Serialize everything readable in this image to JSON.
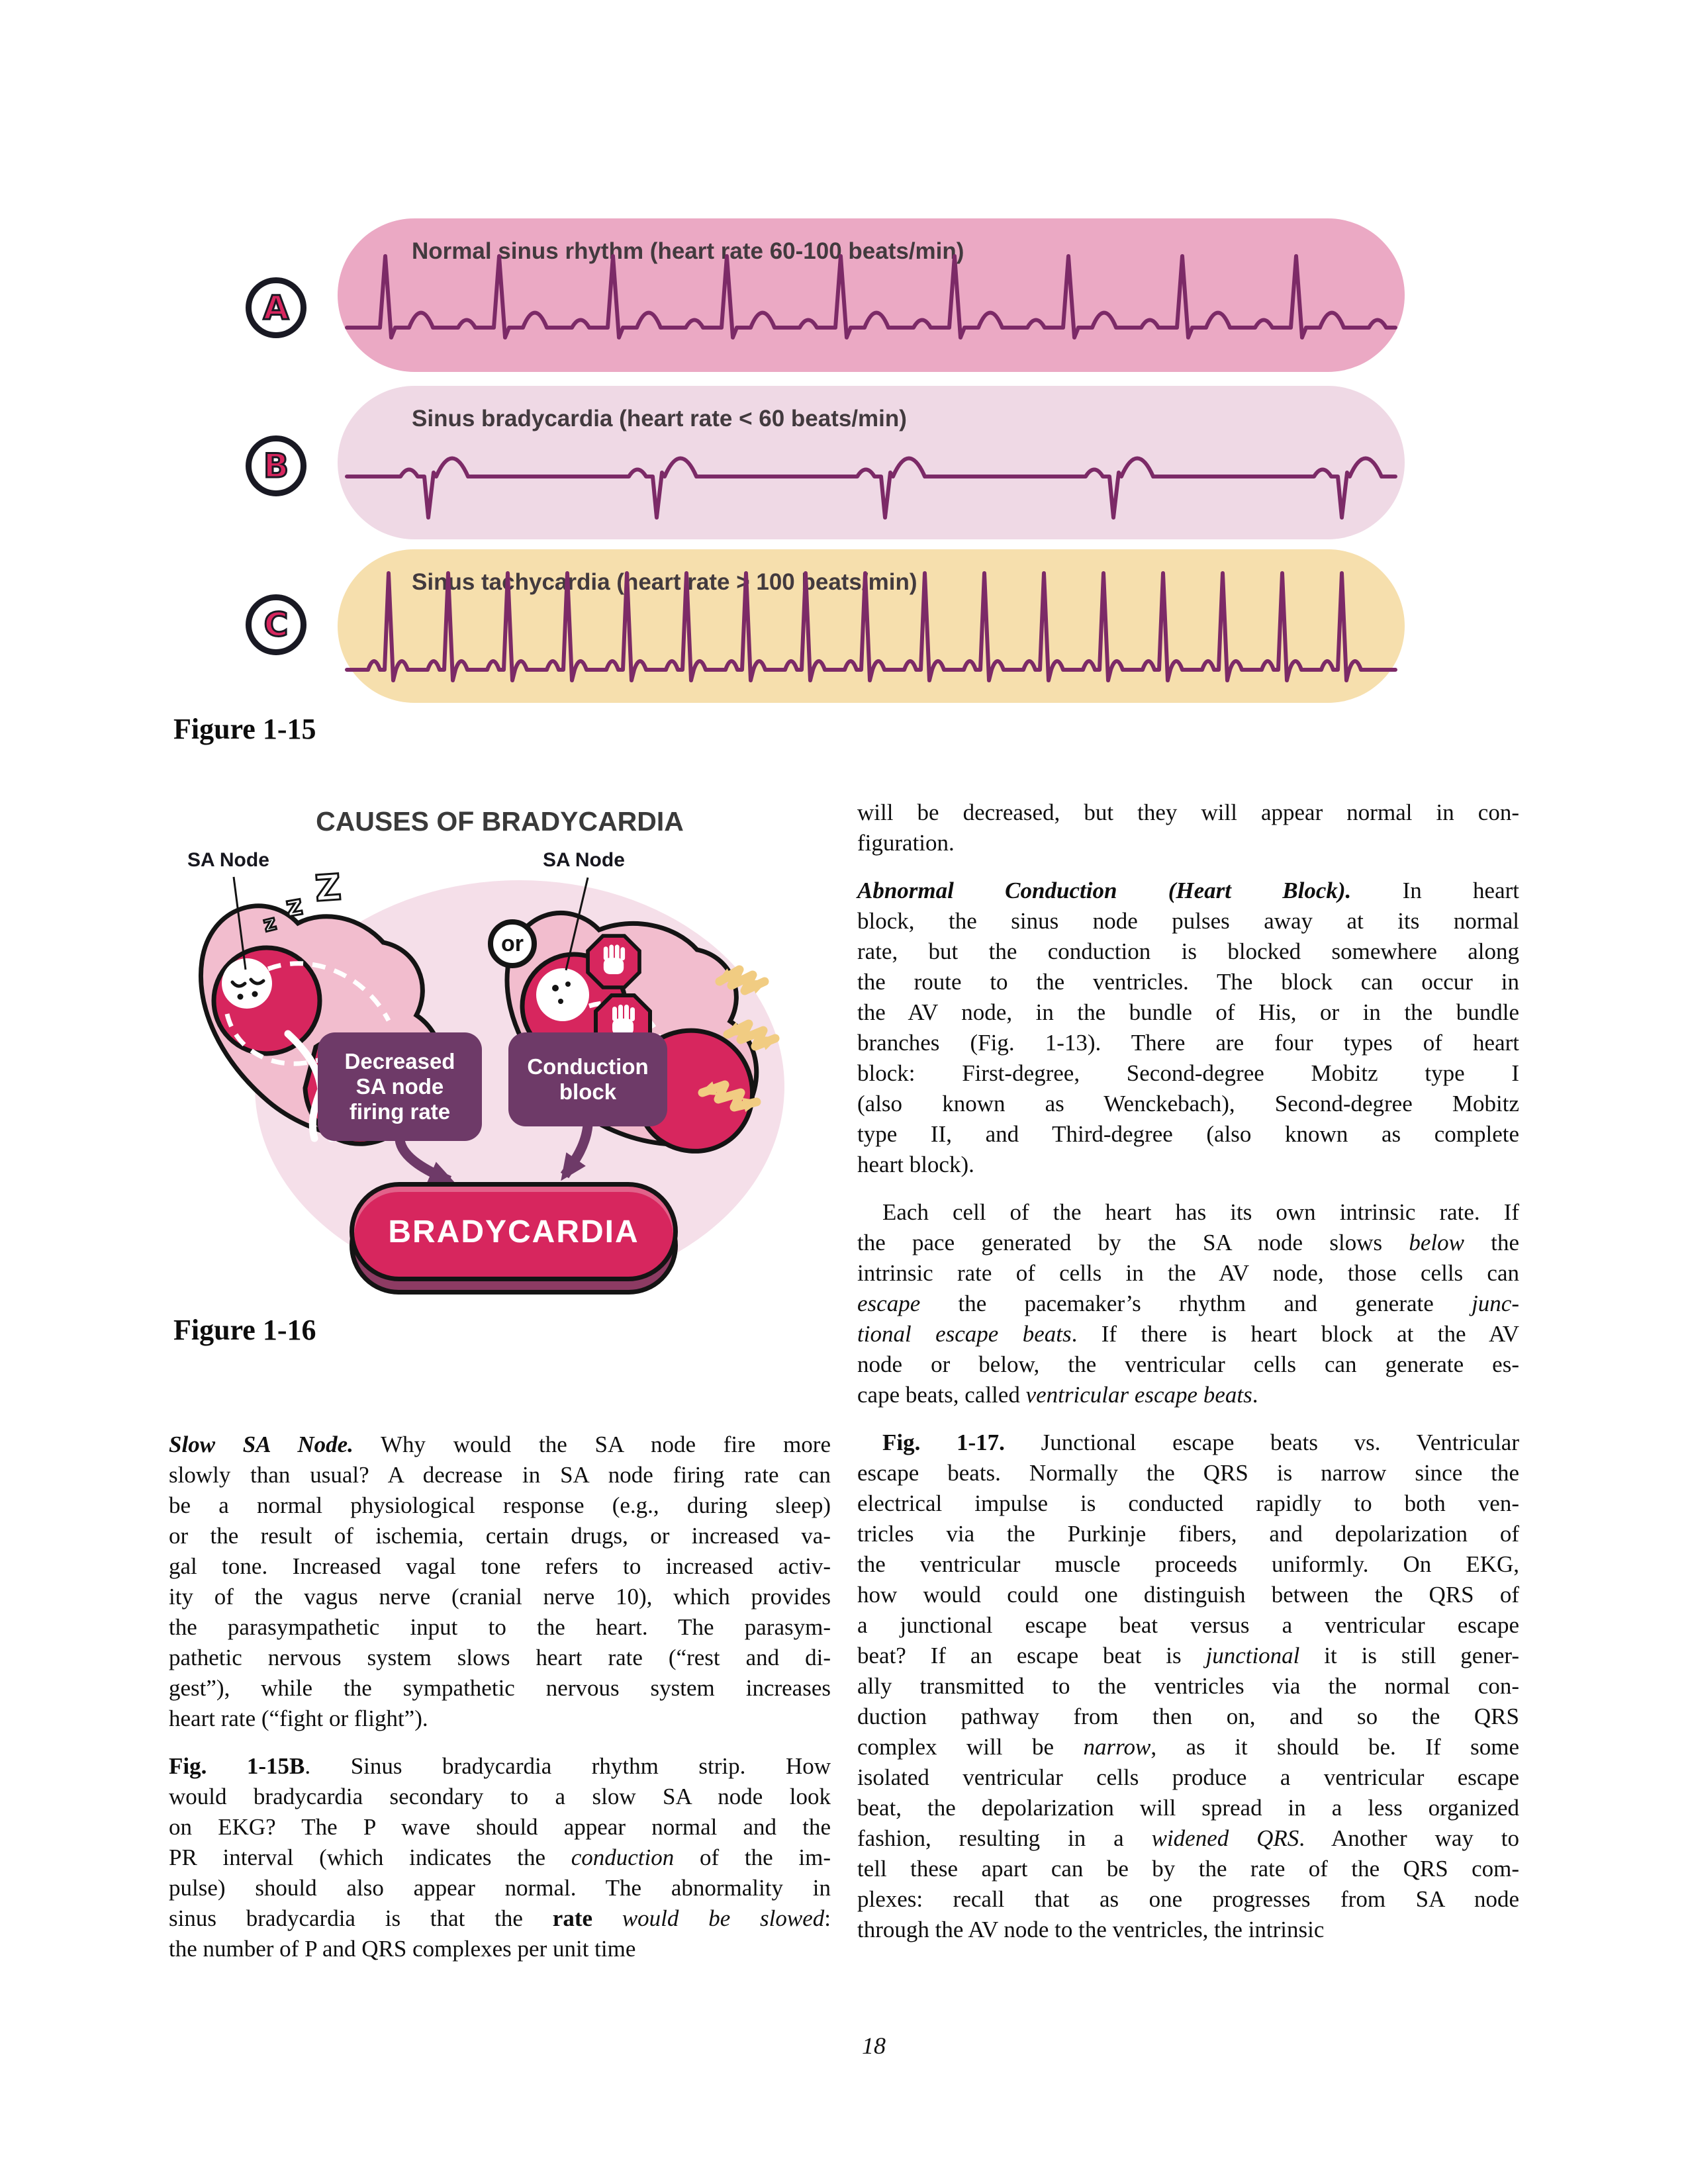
{
  "figure_1_15": {
    "caption": "Figure 1-15",
    "ecg_color": "#7c2a67",
    "strips": [
      {
        "label": "A",
        "title": "Normal sinus rhythm (heart rate 60-100 beats/min)",
        "bg": "#eba9c4",
        "rhythm": "normal",
        "beats": 9
      },
      {
        "label": "B",
        "title": "Sinus bradycardia (heart rate < 60 beats/min)",
        "bg": "#efd9e5",
        "rhythm": "brady",
        "beats": 5
      },
      {
        "label": "C",
        "title": "Sinus tachycardia (heart rate > 100 beats/min)",
        "bg": "#f6dfad",
        "rhythm": "tachy",
        "beats": 17
      }
    ]
  },
  "figure_1_16": {
    "caption": "Figure 1-16",
    "title": "CAUSES OF BRADYCARDIA",
    "sa_node_left": "SA Node",
    "sa_node_right": "SA Node",
    "or_label": "or",
    "zzz": [
      "z",
      "z",
      "Z"
    ],
    "box_decreased_lines": [
      "Decreased",
      "SA node",
      "firing rate"
    ],
    "box_conduction_lines": [
      "Conduction",
      "block"
    ],
    "result": "BRADYCARDIA"
  },
  "body_text": {
    "left_column": {
      "paragraphs": [
        {
          "indent": false,
          "lines": [
            "***Slow SA Node.*** Why would the SA node fire more",
            "slowly than usual? A decrease in SA node firing rate can",
            "be a normal physiological response (e.g., during sleep)",
            "or the result of ischemia, certain drugs, or increased va-",
            "gal tone. Increased vagal tone refers to increased activ-",
            "ity of the vagus nerve (cranial nerve 10), which provides",
            "the parasympathetic input to the heart. The parasym-",
            "pathetic nervous system slows heart rate (“rest and di-",
            "gest”), while the sympathetic nervous system increases",
            "heart rate (“fight or flight”)."
          ]
        },
        {
          "indent": false,
          "lines": [
            "**Fig. 1-15B**. Sinus bradycardia rhythm strip. How",
            "would bradycardia secondary to a slow SA node look",
            "on EKG? The P wave should appear normal and the",
            "PR interval (which indicates the *conduction* of the im-",
            "pulse) should also appear normal. The abnormality in",
            "sinus bradycardia is that the **rate** *would be slowed*:",
            "the number of P and QRS complexes per unit time"
          ]
        }
      ]
    },
    "right_column": {
      "paragraphs": [
        {
          "indent": false,
          "lines": [
            "will be decreased, but they will appear normal in con-",
            "figuration."
          ]
        },
        {
          "indent": false,
          "lines": [
            "***Abnormal Conduction (Heart Block).*** In heart",
            "block, the sinus node pulses away at its normal",
            "rate, but the conduction is blocked somewhere along",
            "the route to the ventricles. The block can occur in",
            "the AV node, in the bundle of His, or in the bundle",
            "branches (Fig. 1-13). There are four types of heart",
            "block: First-degree, Second-degree Mobitz type I",
            "(also known as Wenckebach), Second-degree Mobitz",
            "type II, and Third-degree (also known as complete",
            "heart block)."
          ]
        },
        {
          "indent": true,
          "lines": [
            "Each cell of the heart has its own intrinsic rate. If",
            "the pace generated by the SA node slows *below* the",
            "intrinsic rate of cells in the AV node, those cells can",
            "*escape* the pacemaker’s rhythm and generate *junc-*",
            "*tional escape beats*. If there is heart block at the AV",
            "node or below, the ventricular cells can generate es-",
            "cape beats, called *ventricular escape beats*."
          ]
        },
        {
          "indent": true,
          "lines": [
            "**Fig. 1-17.** Junctional escape beats vs. Ventricular",
            "escape beats.  Normally the QRS is narrow since the",
            "electrical impulse is conducted rapidly to both ven-",
            "tricles via the Purkinje fibers, and depolarization of",
            "the ventricular muscle proceeds uniformly. On EKG,",
            "how would could one distinguish between the QRS of",
            "a junctional escape beat versus a ventricular escape",
            "beat? If an escape beat is *junctional* it is still gener-",
            "ally transmitted to the ventricles via the normal con-",
            "duction pathway from then on, and so the QRS",
            "complex will be *narrow*, as it should be. If some",
            "isolated ventricular cells produce a ventricular escape",
            "beat, the depolarization will spread in a less organized",
            "fashion, resulting in a *widened QRS*.  Another way to",
            "tell these apart can be by the rate of the QRS com-",
            "plexes: recall that as one progresses from SA node",
            "through the AV node to the ventricles, the intrinsic"
          ]
        }
      ]
    }
  },
  "page_number": "18"
}
